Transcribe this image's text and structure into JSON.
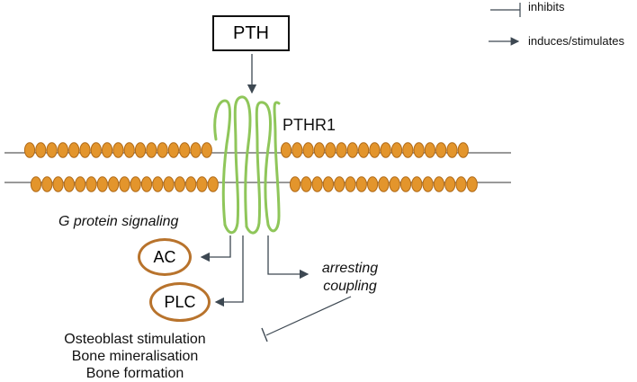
{
  "legend": {
    "inhibits": "inhibits",
    "stimulates": "induces/stimulates"
  },
  "nodes": {
    "pth": "PTH",
    "receptor": "PTHR1",
    "ac": "AC",
    "plc": "PLC"
  },
  "labels": {
    "g_protein": "G protein signaling",
    "arresting_line1": "arresting",
    "arresting_line2": "coupling"
  },
  "outcomes": [
    "Osteoblast stimulation",
    "Bone mineralisation",
    "Bone formation"
  ],
  "colors": {
    "bead_fill": "#e3952c",
    "bead_stroke": "#b06a18",
    "receptor": "#8fc65a",
    "ellipse_stroke": "#b8732c",
    "arrow": "#3d4852"
  }
}
